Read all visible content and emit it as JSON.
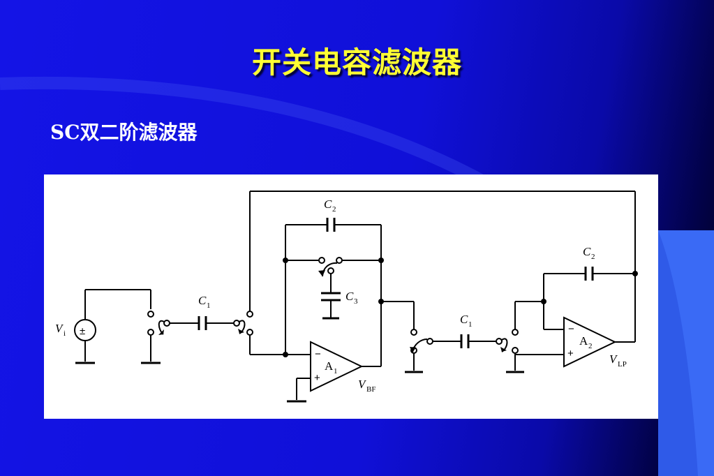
{
  "slide": {
    "title": "开关电容滤波器",
    "subtitle": "SC双二阶滤波器"
  },
  "colors": {
    "title": "#ffff33",
    "background": "#1414e6",
    "accent_wedge": "#3a6af5"
  },
  "diagram": {
    "source": {
      "name": "V",
      "sub": "i",
      "symbol": "±"
    },
    "capacitors": [
      {
        "name": "C",
        "sub": "2"
      },
      {
        "name": "C",
        "sub": "3"
      },
      {
        "name": "C",
        "sub": "1"
      },
      {
        "name": "C",
        "sub": "1"
      },
      {
        "name": "C",
        "sub": "2"
      }
    ],
    "opamps": [
      {
        "name": "A",
        "sub": "1",
        "inv": "−",
        "noninv": "+"
      },
      {
        "name": "A",
        "sub": "2",
        "inv": "−",
        "noninv": "+"
      }
    ],
    "outputs": [
      {
        "name": "V",
        "sub": "BF"
      },
      {
        "name": "V",
        "sub": "LP"
      }
    ]
  }
}
